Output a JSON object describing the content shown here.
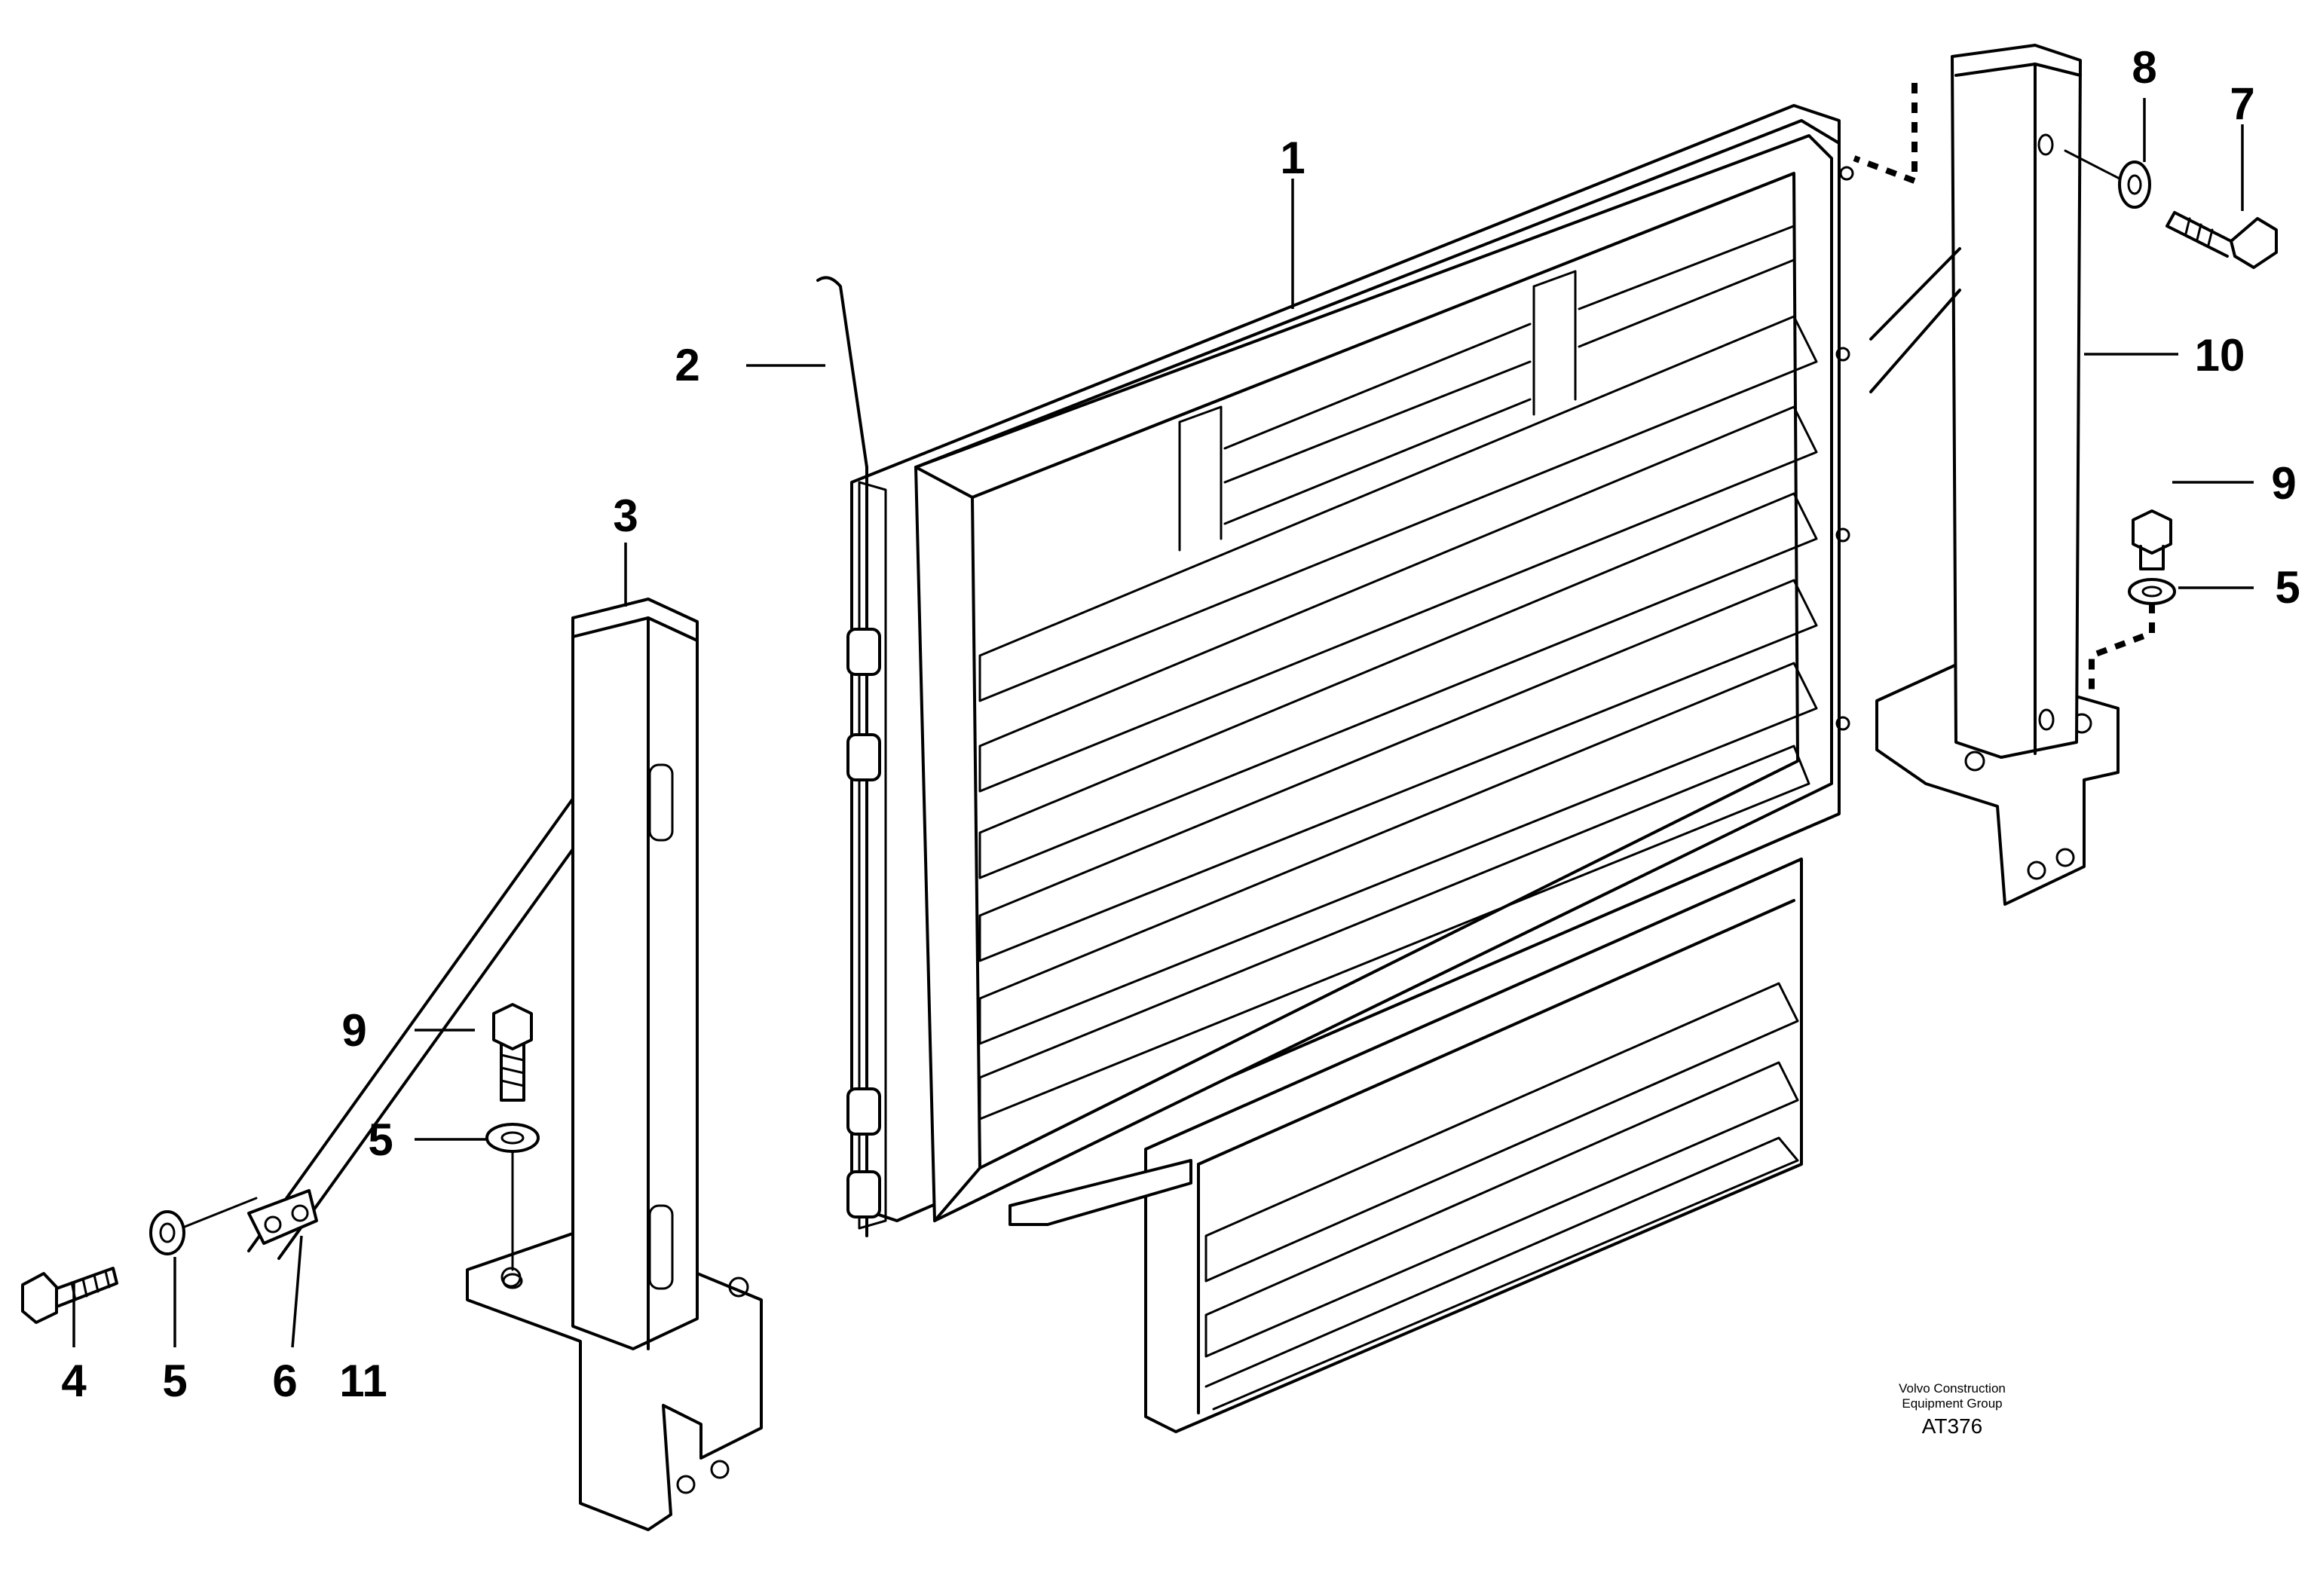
{
  "callouts": {
    "c1": "1",
    "c2": "2",
    "c3": "3",
    "c4": "4",
    "c5_left_washer": "5",
    "c5_left_bolt": "5",
    "c5_right": "5",
    "c6": "6",
    "c7": "7",
    "c8": "8",
    "c9_left": "9",
    "c9_right": "9",
    "c10": "10",
    "c11": "11"
  },
  "credit": {
    "line1": "Volvo Construction",
    "line2": "Equipment Group",
    "code": "AT376"
  }
}
